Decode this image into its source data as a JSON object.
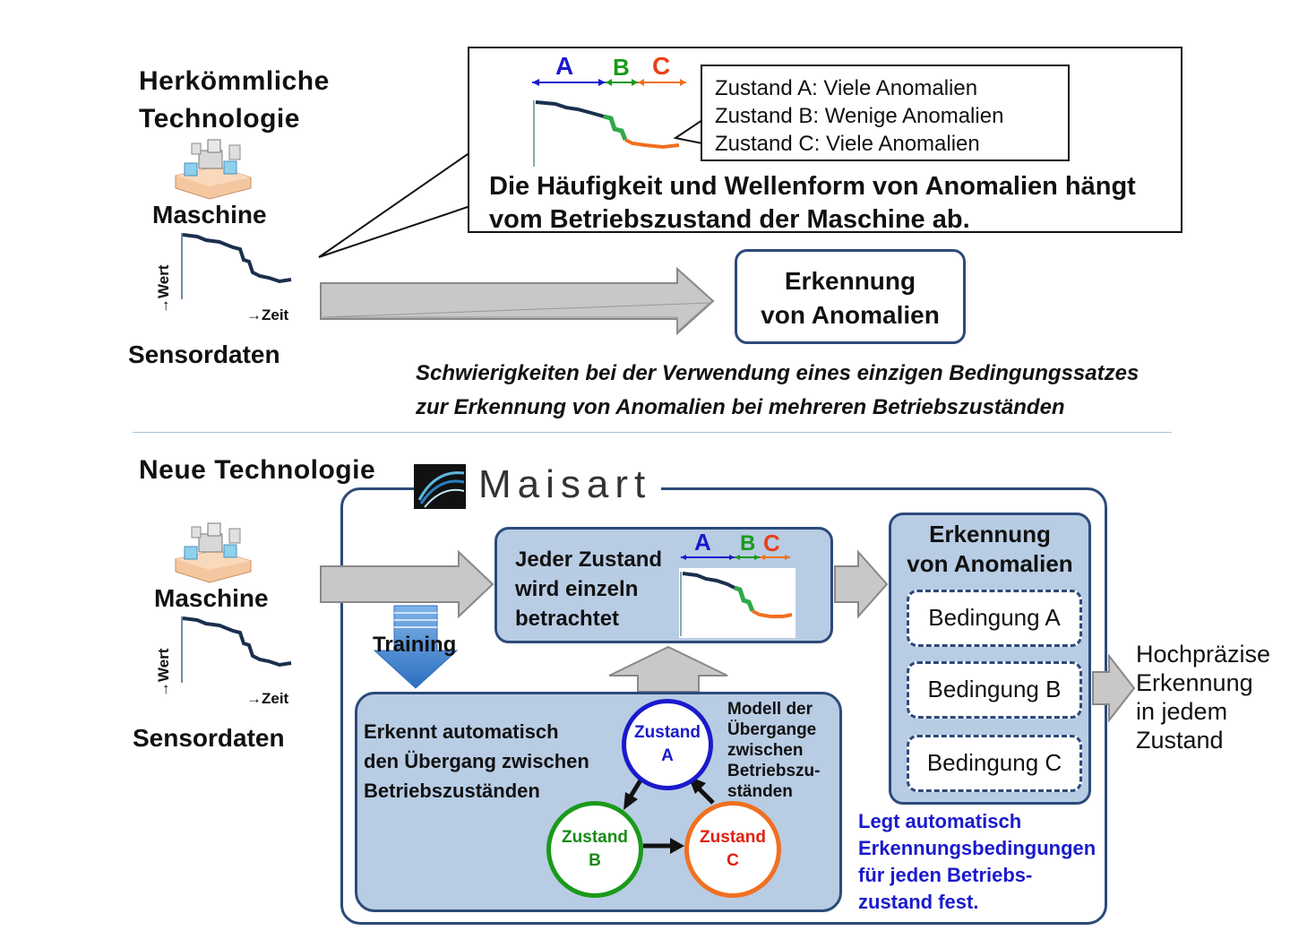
{
  "conventional": {
    "heading_line1": "Herkömmliche",
    "heading_line2": "Technologie",
    "machine_label": "Maschine",
    "axis_y": "→Wert",
    "axis_x": "→Zeit",
    "sensor_label": "Sensordaten",
    "callout": {
      "segment_a": "A",
      "segment_b": "B",
      "segment_c": "C",
      "state_a": "Zustand A: Viele Anomalien",
      "state_b": "Zustand B: Wenige Anomalien",
      "state_c": "Zustand C: Viele Anomalien",
      "statement_line1": "Die Häufigkeit und Wellenform von Anomalien hängt",
      "statement_line2": "vom Betriebszustand der Maschine ab."
    },
    "detection_line1": "Erkennung",
    "detection_line2": "von Anomalien",
    "difficulty_line1": "Schwierigkeiten bei der Verwendung eines einzigen Bedingungssatzes",
    "difficulty_line2": "zur Erkennung von Anomalien bei mehreren Betriebszuständen"
  },
  "new": {
    "heading": "Neue Technologie",
    "brand": "Maisart",
    "machine_label": "Maschine",
    "axis_y": "→Wert",
    "axis_x": "→Zeit",
    "sensor_label": "Sensordaten",
    "training_label": "Training",
    "each_state_line1": "Jeder Zustand",
    "each_state_line2": "wird einzeln",
    "each_state_line3": "betrachtet",
    "segment_a": "A",
    "segment_b": "B",
    "segment_c": "C",
    "auto_line1": "Erkennt automatisch",
    "auto_line2": "den Übergang zwischen",
    "auto_line3": "Betriebszuständen",
    "model_line1": "Modell der",
    "model_line2": "Übergange",
    "model_line3": "zwischen",
    "model_line4": "Betriebszu-",
    "model_line5": "ständen",
    "zustand_a_1": "Zustand",
    "zustand_a_2": "A",
    "zustand_b_1": "Zustand",
    "zustand_b_2": "B",
    "zustand_c_1": "Zustand",
    "zustand_c_2": "C",
    "detection_line1": "Erkennung",
    "detection_line2": "von Anomalien",
    "condition_a": "Bedingung A",
    "condition_b": "Bedingung B",
    "condition_c": "Bedingung C",
    "auto_cond_line1": "Legt automatisch",
    "auto_cond_line2": "Erkennungsbedingungen",
    "auto_cond_line3": "für jeden Betriebs-",
    "auto_cond_line4": "zustand fest.",
    "result_line1": "Hochpräzise",
    "result_line2": "Erkennung",
    "result_line3": "in jedem",
    "result_line4": "Zustand"
  },
  "colors": {
    "state_a": "#1a1acc",
    "state_b": "#1a9a1a",
    "state_c": "#f07020",
    "box_fill": "#b8cce4",
    "box_border": "#2c4a7a"
  },
  "icons": [
    "machine-icon",
    "sensor-waveform-icon",
    "maisart-logo-icon"
  ]
}
